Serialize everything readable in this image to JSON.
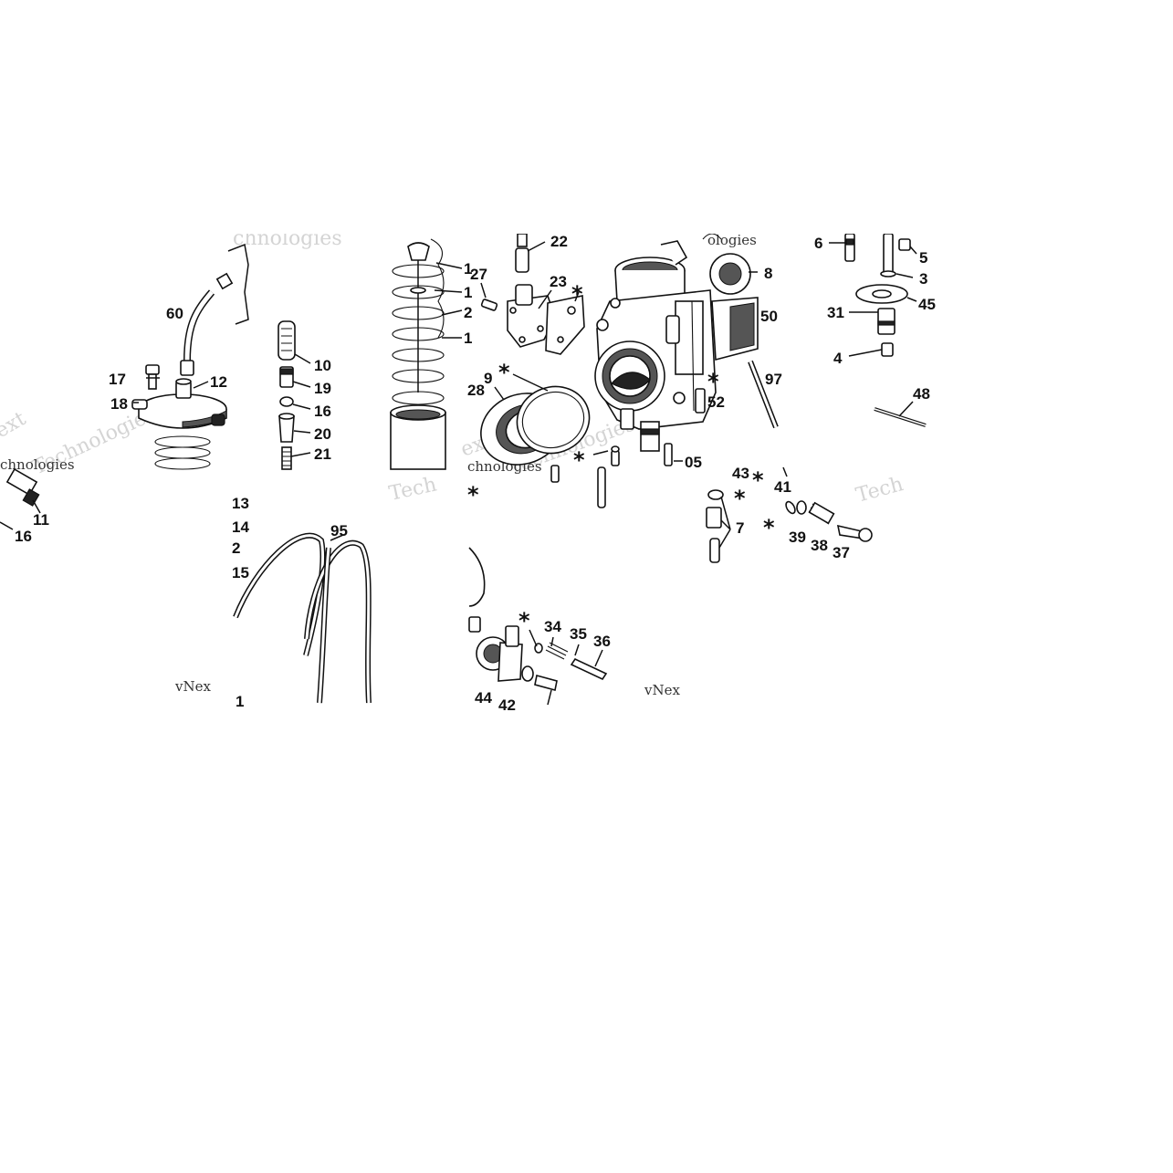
{
  "diagram": {
    "callouts": {
      "c60": "60",
      "c17": "17",
      "c12": "12",
      "c18": "18",
      "c11": "11",
      "c16a": "16",
      "c10": "10",
      "c19": "19",
      "c16b": "16",
      "c20": "20",
      "c21": "21",
      "c1a": "1",
      "c1b": "1",
      "c2": "2",
      "c1c": "1",
      "c13": "13",
      "c14": "14",
      "c2b": "2",
      "c15": "15",
      "c1d": "1",
      "c95": "95",
      "c22": "22",
      "c27": "27",
      "c23": "23",
      "c9": "9",
      "c28": "28",
      "c8": "8",
      "c50": "50",
      "c97": "97",
      "c52": "52",
      "c05": "05",
      "c6": "6",
      "c5": "5",
      "c3": "3",
      "c45": "45",
      "c31": "31",
      "c4": "4",
      "c48": "48",
      "c43": "43",
      "c41": "41",
      "c7": "7",
      "c39": "39",
      "c38": "38",
      "c37": "37",
      "c34": "34",
      "c35": "35",
      "c36": "36",
      "c44": "44",
      "c42": "42"
    },
    "asterisk": "*",
    "watermarks": {
      "w1": "Technologies",
      "w2": "chnologies",
      "w3": "Technologies",
      "w4": "ext",
      "w5": "Tech",
      "w6": "ext",
      "w7": "chnologies",
      "w8": "Tech",
      "w9": "vNex",
      "w10": "vNex",
      "w11": "chnologies",
      "w12": "ologies"
    }
  }
}
